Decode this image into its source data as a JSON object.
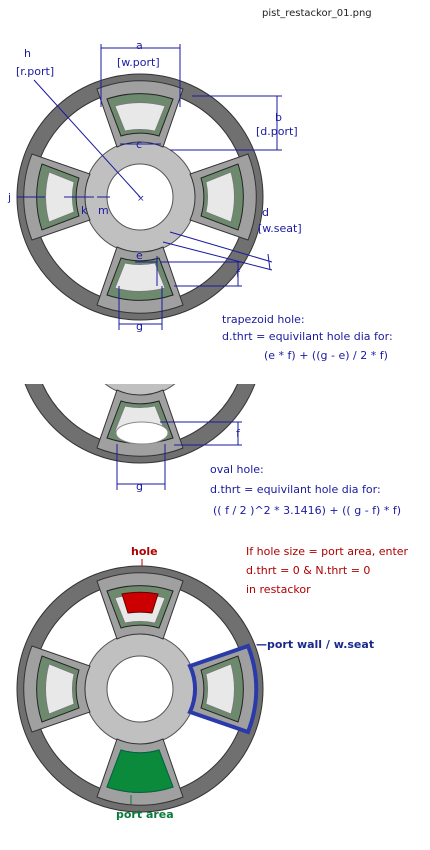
{
  "file_name": "pist_restackor_01.png",
  "labels": {
    "a": "a",
    "a_sub": "[w.port]",
    "b": "b",
    "b_sub": "[d.port]",
    "c": "c",
    "d": "d",
    "d_sub": "[w.seat]",
    "e": "e",
    "f": "f",
    "g": "g",
    "h": "h",
    "h_sub": "[r.port]",
    "j": "j",
    "k": "k",
    "m": "m"
  },
  "trapezoid_note": {
    "title": "trapezoid hole:",
    "line1": "d.thrt = equivilant hole dia for:",
    "formula": "(e * f) + ((g - e) / 2 * f)"
  },
  "oval_note": {
    "labels": {
      "f": "f",
      "g": "g"
    },
    "title": "oval hole:",
    "line1": "d.thrt = equivilant hole dia for:",
    "formula": "(( f / 2 )^2 * 3.1416) + (( g - f) * f)"
  },
  "legend": {
    "hole": "hole",
    "port_wall": "—port wall / w.seat",
    "port_area": "port area",
    "note_line1": "If hole size = port area, enter",
    "note_line2": "d.thrt = 0  &  N.thrt = 0",
    "note_line3": "in restackor"
  },
  "colors": {
    "dark_ring": "#707070",
    "mid_gray": "#a0a0a0",
    "light_gray": "#c0c0c0",
    "port_fill": "#6e8a6e",
    "dim_blue": "#1a1aa0",
    "hole_red": "#cc0000",
    "port_wall_blue": "#2a3aa8",
    "port_area_green": "#0a8a3a"
  }
}
